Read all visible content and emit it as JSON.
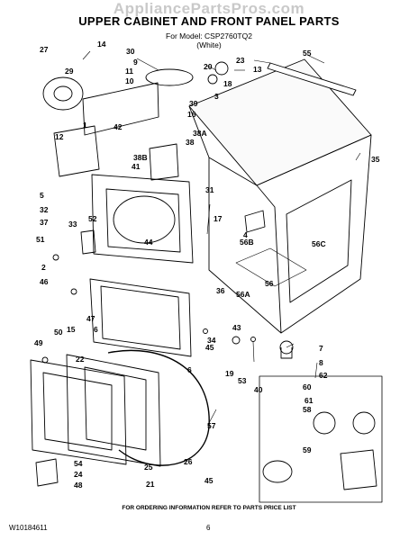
{
  "watermark": "AppliancePartsPros.com",
  "title": "UPPER CABINET AND FRONT PANEL PARTS",
  "model_line": "For Model: CSP2760TQ2",
  "color_line": "(White)",
  "footer_note": "FOR ORDERING INFORMATION REFER TO PARTS PRICE LIST",
  "doc_number": "W10184611",
  "page_number": "6",
  "callouts": [
    "27",
    "14",
    "30",
    "9",
    "20",
    "23",
    "55",
    "13",
    "29",
    "11",
    "10",
    "18",
    "39",
    "3",
    "1",
    "16",
    "12",
    "42",
    "38A",
    "38",
    "38B",
    "41",
    "35",
    "5",
    "32",
    "37",
    "33",
    "31",
    "17",
    "52",
    "44",
    "51",
    "4",
    "56B",
    "56C",
    "2",
    "46",
    "36",
    "56A",
    "56",
    "47",
    "6",
    "15",
    "43",
    "7",
    "49",
    "50",
    "22",
    "45",
    "34",
    "8",
    "19",
    "53",
    "40",
    "62",
    "6",
    "60",
    "61",
    "58",
    "59",
    "57",
    "54",
    "24",
    "48",
    "25",
    "26",
    "21",
    "45"
  ]
}
